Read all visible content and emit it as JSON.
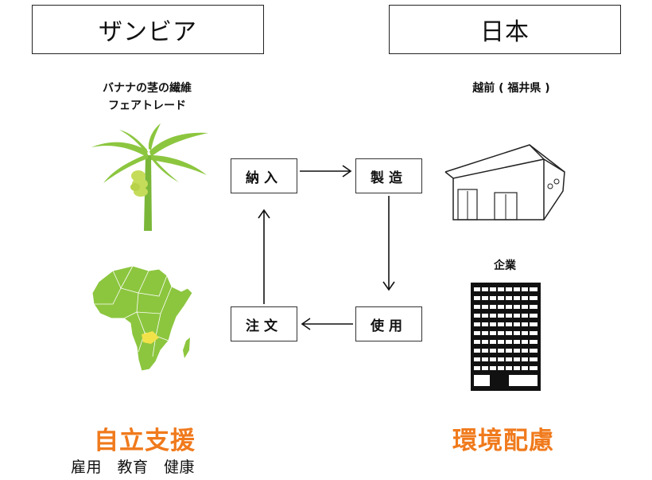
{
  "headers": {
    "left": "ザンビア",
    "right": "日本"
  },
  "left": {
    "caption_line1": "バナナの茎の繊維",
    "caption_line2": "フェアトレード",
    "goal": "自立支援",
    "goal_sub": "雇用　教育　健康"
  },
  "right": {
    "factory_caption": "越前 ( 福井県 )",
    "building_caption": "企業",
    "goal": "環境配慮"
  },
  "flow": {
    "deliver": "納入",
    "manufacture": "製造",
    "order": "注文",
    "use": "使用"
  },
  "colors": {
    "accent_orange": "#f07a1c",
    "africa_green": "#8cc63f",
    "zambia_yellow": "#f2e24a",
    "banana_green": "#8cc63f"
  }
}
